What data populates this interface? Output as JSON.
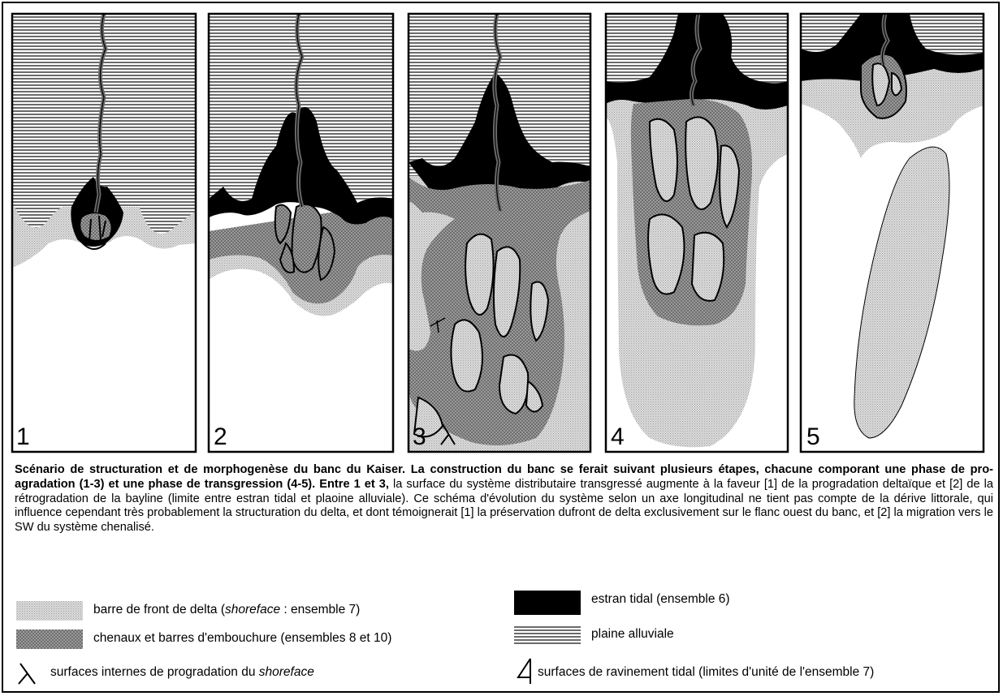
{
  "panels": [
    {
      "label": "1"
    },
    {
      "label": "2"
    },
    {
      "label": "3"
    },
    {
      "label": "4"
    },
    {
      "label": "5"
    }
  ],
  "caption": {
    "bold": "Scénario de structuration et de morphogenèse du banc du Kaiser. La construction du banc se ferait suivant plusieurs étapes, chacune comporant une phase de pro-agradation (1-3) et une phase de transgression (4-5). Entre 1 et 3,",
    "normal": " la surface du système distributaire transgressé augmente à la faveur [1] de la progradation deltaïque et [2] de la rétrogradation de la bayline (limite entre estran tidal et plaoine alluviale). Ce schéma d'évolution du système selon un axe longitudinal ne tient pas compte de la dérive littorale, qui influence cependant très probablement la structuration du delta, et dont témoignerait [1] la préservation dufront de delta exclusivement sur le flanc ouest du banc, et [2] la migration vers le SW du système chenalisé."
  },
  "legend": {
    "barre_prefix": "barre de front de delta (",
    "barre_italic": "shoreface",
    "barre_suffix": " : ensemble 7)",
    "chenaux": "chenaux et barres d'embouchure (ensembles 8 et 10)",
    "estran": "estran tidal (ensemble 6)",
    "plaine": "plaine alluviale",
    "surfaces_prefix": "surfaces internes de progradation du ",
    "surfaces_italic": "shoreface",
    "ravinement": "surfaces de ravinement tidal (limites d'unité de l'ensemble 7)"
  },
  "colors": {
    "shoreface": "#d4d4d4",
    "channels": "#8c8c8c",
    "tidal_flat": "#000000",
    "alluvial_plain": "#7a7a7a"
  },
  "icons": [
    "progradation-surface-icon",
    "ravinement-surface-icon"
  ]
}
